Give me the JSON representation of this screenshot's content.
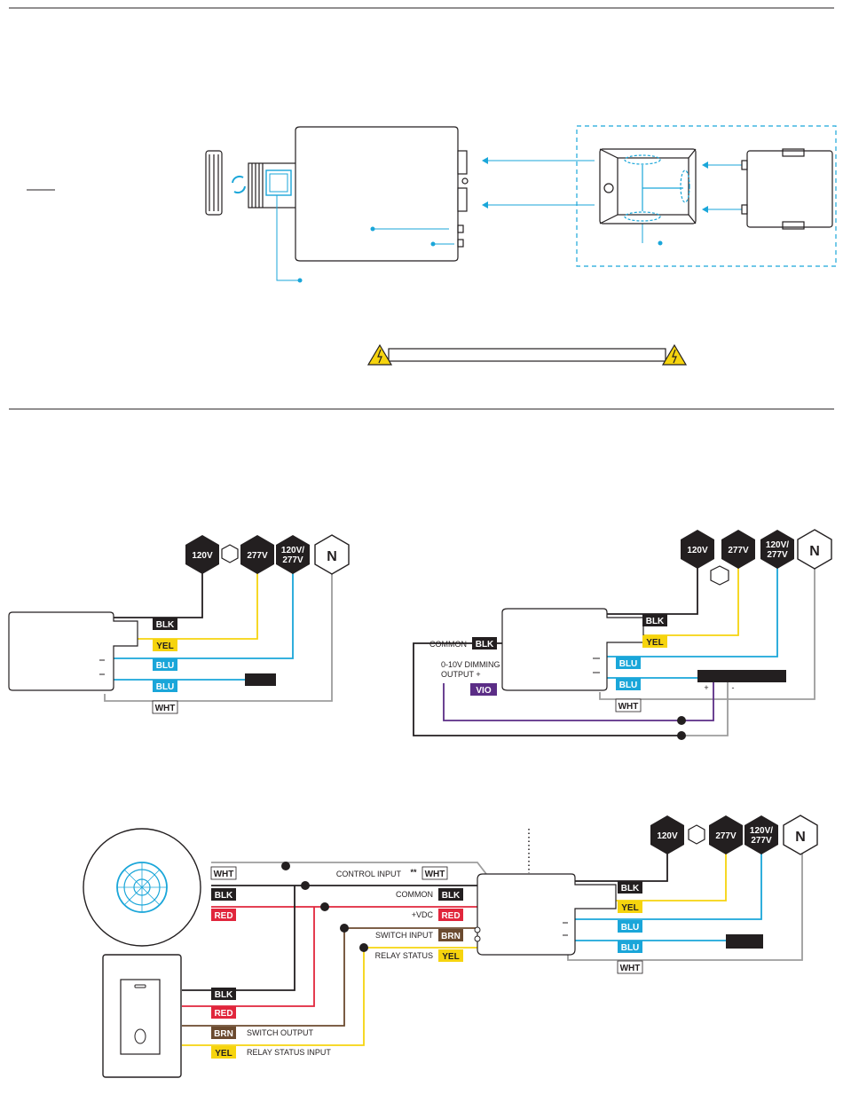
{
  "colors": {
    "black": "#231f20",
    "blue": "#1aa6d9",
    "yellow": "#f6d40e",
    "red": "#e1263c",
    "brown": "#6b4a2f",
    "violet": "#5b2d86",
    "gray": "#9d9d9d",
    "warning": "#f6d40e"
  },
  "hex_labels": {
    "v120": "120V",
    "v277": "277V",
    "v120_277_line1": "120V/",
    "v120_277_line2": "277V",
    "neutral": "N"
  },
  "wires": {
    "blk": "BLK",
    "yel": "YEL",
    "blu": "BLU",
    "wht": "WHT",
    "vio": "VIO",
    "red": "RED",
    "brn": "BRN"
  },
  "dimming": {
    "common": "COMMON",
    "output_line1": "0-10V DIMMING",
    "output_line2": "OUTPUT  +",
    "plus": "+",
    "minus": "-"
  },
  "sensor_wiring": {
    "control_input": "CONTROL INPUT",
    "control_input_mark": "**",
    "common": "COMMON",
    "vdc": "+VDC",
    "switch_input": "SWITCH INPUT",
    "relay_status": "RELAY STATUS",
    "switch_output": "SWITCH OUTPUT",
    "relay_status_input": "RELAY STATUS INPUT"
  },
  "icons": [
    "warning-icon",
    "rotate-icon",
    "occupancy-sensor-icon",
    "wall-switch-icon"
  ]
}
